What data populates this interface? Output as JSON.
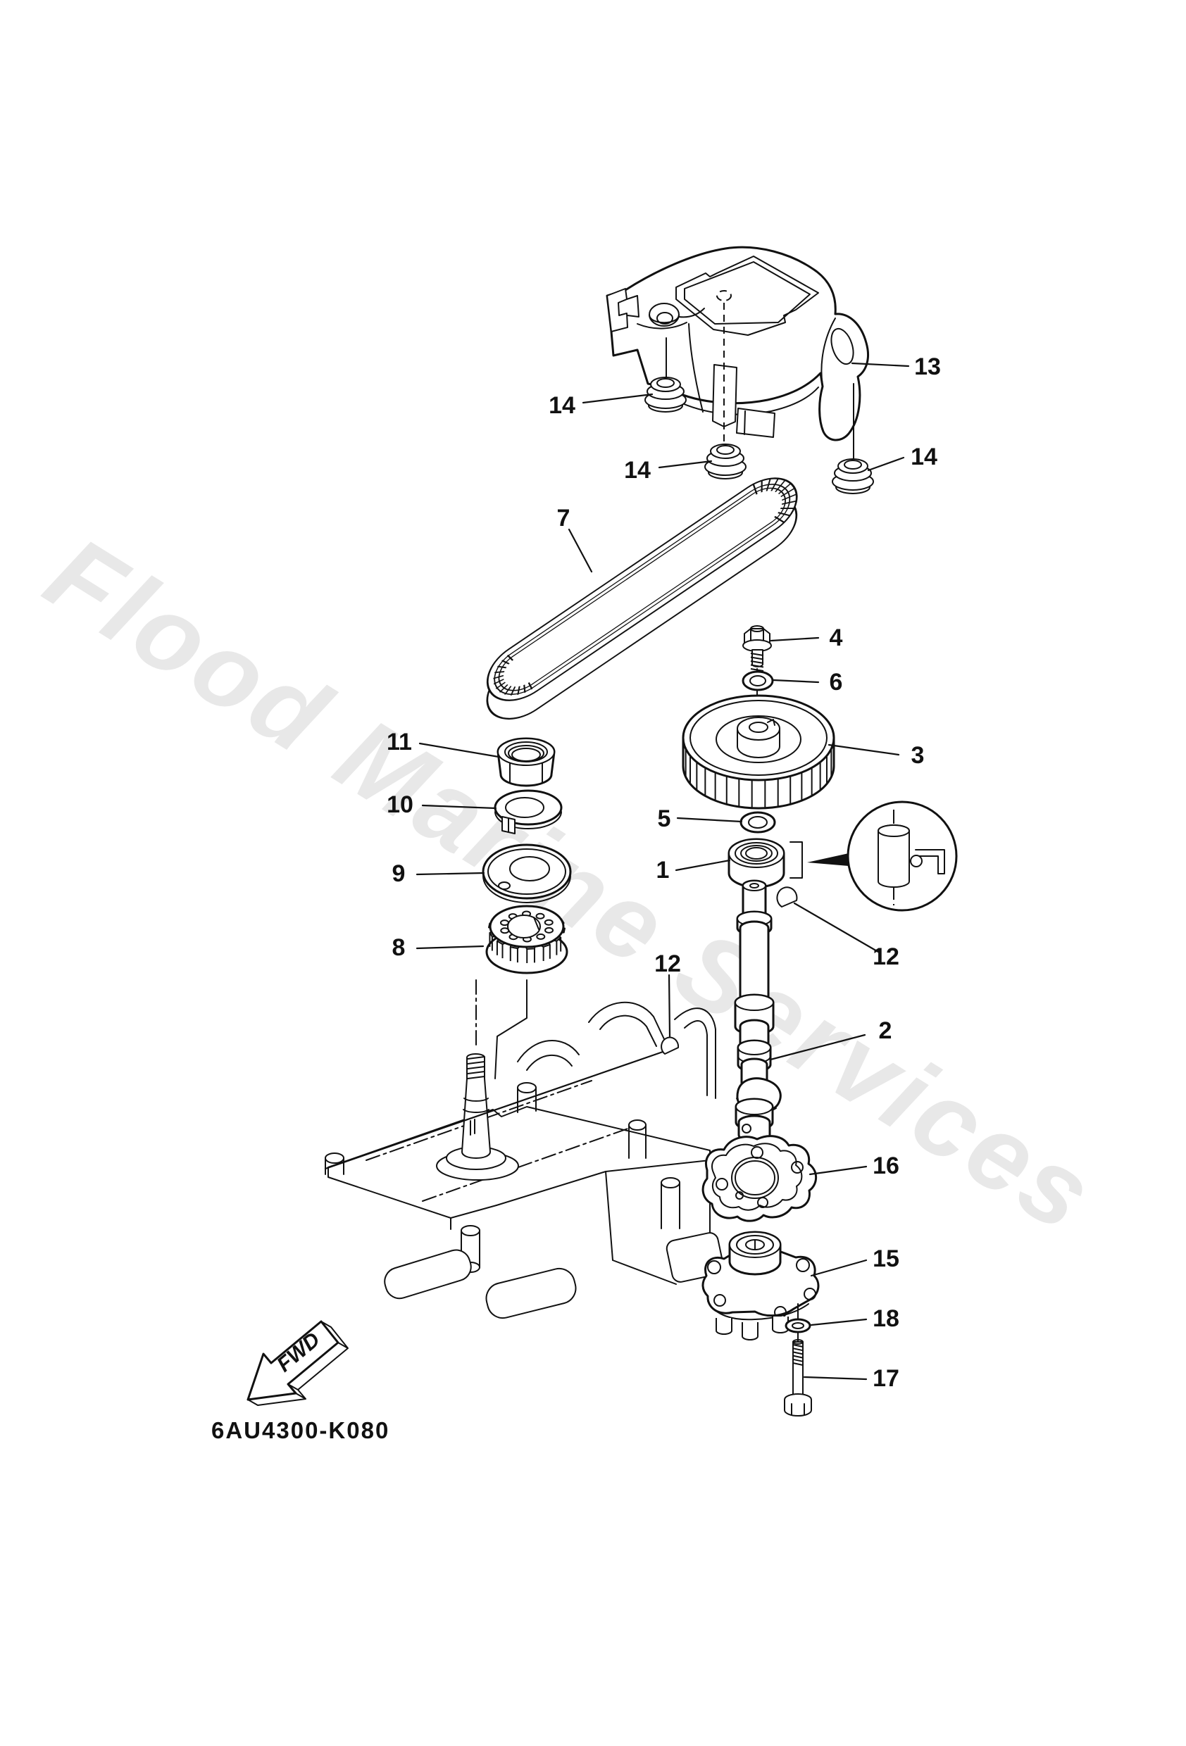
{
  "diagram": {
    "watermark": "Flood Marine Services",
    "code": "6AU4300-K080",
    "fwd_label": "FWD",
    "colors": {
      "line": "#111111",
      "watermark": "#e8e8e8",
      "background": "#ffffff"
    },
    "callouts": [
      {
        "ref": "13"
      },
      {
        "ref": "14"
      },
      {
        "ref": "14"
      },
      {
        "ref": "14"
      },
      {
        "ref": "7"
      },
      {
        "ref": "4"
      },
      {
        "ref": "6"
      },
      {
        "ref": "3"
      },
      {
        "ref": "11"
      },
      {
        "ref": "10"
      },
      {
        "ref": "9"
      },
      {
        "ref": "8"
      },
      {
        "ref": "5"
      },
      {
        "ref": "1"
      },
      {
        "ref": "12"
      },
      {
        "ref": "12"
      },
      {
        "ref": "2"
      },
      {
        "ref": "16"
      },
      {
        "ref": "15"
      },
      {
        "ref": "18"
      },
      {
        "ref": "17"
      }
    ]
  }
}
